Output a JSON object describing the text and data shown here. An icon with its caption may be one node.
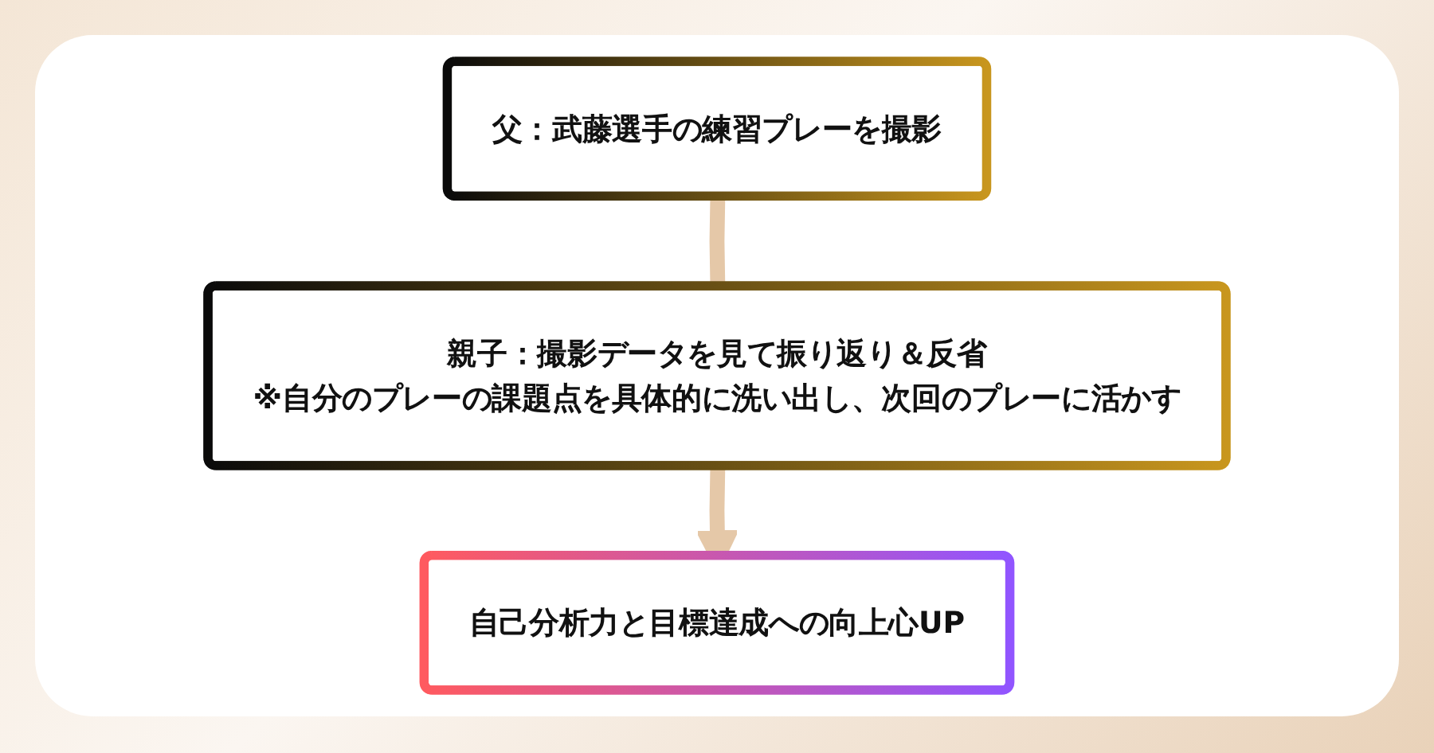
{
  "diagram": {
    "nodes": [
      {
        "text": [
          "父：武藤選手の練習プレーを撮影"
        ]
      },
      {
        "text": [
          "親子：撮影データを見て振り返り＆反省",
          "※自分のプレーの課題点を具体的に洗い出し、次回のプレーに活かす"
        ]
      },
      {
        "text": [
          "自己分析力と目標達成への向上心UP"
        ]
      }
    ],
    "edges": [
      {
        "from": 0,
        "to": 1,
        "arrow": "none"
      },
      {
        "from": 1,
        "to": 2,
        "arrow": "to"
      }
    ]
  }
}
